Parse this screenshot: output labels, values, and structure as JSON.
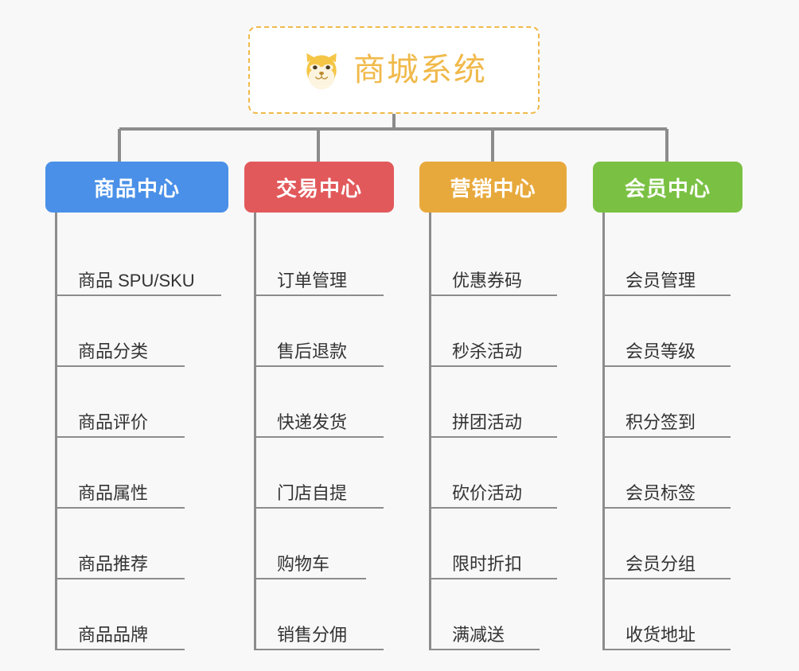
{
  "page": {
    "background_color": "#f8f8f8",
    "type": "mind-map"
  },
  "root": {
    "title": "商城系统",
    "icon": "shiba-dog-face-icon",
    "border_color": "#f0b94a",
    "text_color": "#f0b94a",
    "background_color": "#ffffff"
  },
  "connector": {
    "color": "#8c8c8c"
  },
  "columns": [
    {
      "header": "商品中心",
      "color": "#4a90e8",
      "items": [
        {
          "label": "商品 SPU/SKU",
          "rule_width": 206
        },
        {
          "label": "商品分类",
          "rule_width": 160
        },
        {
          "label": "商品评价",
          "rule_width": 160
        },
        {
          "label": "商品属性",
          "rule_width": 160
        },
        {
          "label": "商品推荐",
          "rule_width": 160
        },
        {
          "label": "商品品牌",
          "rule_width": 160
        }
      ]
    },
    {
      "header": "交易中心",
      "color": "#e2595b",
      "items": [
        {
          "label": "订单管理",
          "rule_width": 160
        },
        {
          "label": "售后退款",
          "rule_width": 160
        },
        {
          "label": "快递发货",
          "rule_width": 160
        },
        {
          "label": "门店自提",
          "rule_width": 160
        },
        {
          "label": "购物车",
          "rule_width": 138
        },
        {
          "label": "销售分佣",
          "rule_width": 160
        }
      ]
    },
    {
      "header": "营销中心",
      "color": "#e8a93c",
      "items": [
        {
          "label": "优惠券码",
          "rule_width": 158
        },
        {
          "label": "秒杀活动",
          "rule_width": 158
        },
        {
          "label": "拼团活动",
          "rule_width": 158
        },
        {
          "label": "砍价活动",
          "rule_width": 158
        },
        {
          "label": "限时折扣",
          "rule_width": 158
        },
        {
          "label": "满减送",
          "rule_width": 136
        }
      ]
    },
    {
      "header": "会员中心",
      "color": "#7ac143",
      "items": [
        {
          "label": "会员管理",
          "rule_width": 158
        },
        {
          "label": "会员等级",
          "rule_width": 158
        },
        {
          "label": "积分签到",
          "rule_width": 158
        },
        {
          "label": "会员标签",
          "rule_width": 158
        },
        {
          "label": "会员分组",
          "rule_width": 158
        },
        {
          "label": "收货地址",
          "rule_width": 158
        }
      ]
    }
  ]
}
